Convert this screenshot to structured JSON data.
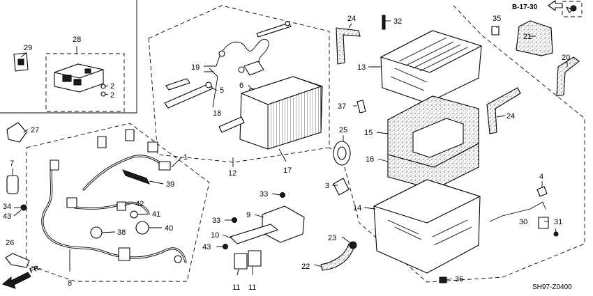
{
  "diagram": {
    "reference_code": "B-17-30",
    "drawing_code": "SH97-Z0400",
    "direction_label": "FR.",
    "callouts": {
      "c1": "1",
      "c2a": "2",
      "c2b": "2",
      "c3": "3",
      "c4": "4",
      "c5": "5",
      "c6": "6",
      "c7": "7",
      "c8": "8",
      "c9": "9",
      "c10": "10",
      "c11a": "11",
      "c11b": "11",
      "c12": "12",
      "c13": "13",
      "c14": "14",
      "c15": "15",
      "c16": "16",
      "c17": "17",
      "c18": "18",
      "c19": "19",
      "c20": "20",
      "c21": "21",
      "c22": "22",
      "c23": "23",
      "c24a": "24",
      "c24b": "24",
      "c25": "25",
      "c26": "26",
      "c27": "27",
      "c28": "28",
      "c29": "29",
      "c30": "30",
      "c31": "31",
      "c32": "32",
      "c33a": "33",
      "c33b": "33",
      "c34": "34",
      "c35": "35",
      "c36": "36",
      "c37": "37",
      "c38": "38",
      "c39": "39",
      "c40": "40",
      "c41": "41",
      "c42": "42",
      "c43a": "43",
      "c43b": "43"
    }
  }
}
